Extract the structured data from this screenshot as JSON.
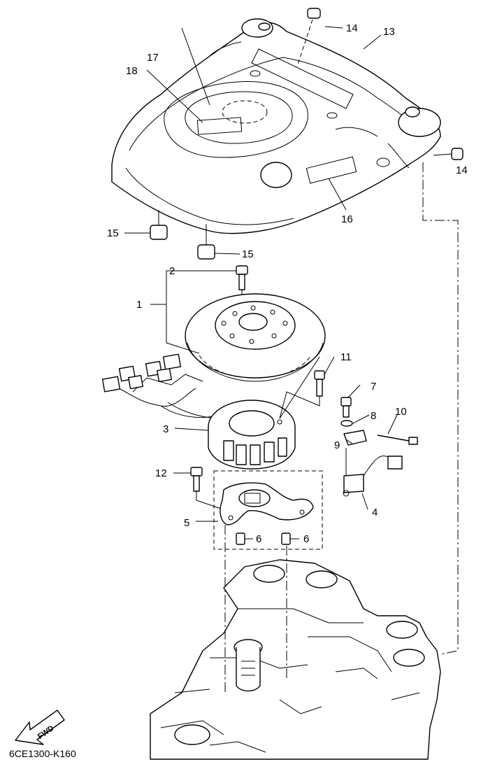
{
  "callouts": {
    "c1": "1",
    "c2": "2",
    "c3": "3",
    "c4": "4",
    "c5": "5",
    "c6a": "6",
    "c6b": "6",
    "c7": "7",
    "c8": "8",
    "c9": "9",
    "c10": "10",
    "c11": "11",
    "c12": "12",
    "c13": "13",
    "c14a": "14",
    "c14b": "14",
    "c15a": "15",
    "c15b": "15",
    "c16": "16",
    "c17": "17",
    "c18": "18"
  },
  "fwd_label": "FWD",
  "diagram_code": "6CE1300-K160"
}
